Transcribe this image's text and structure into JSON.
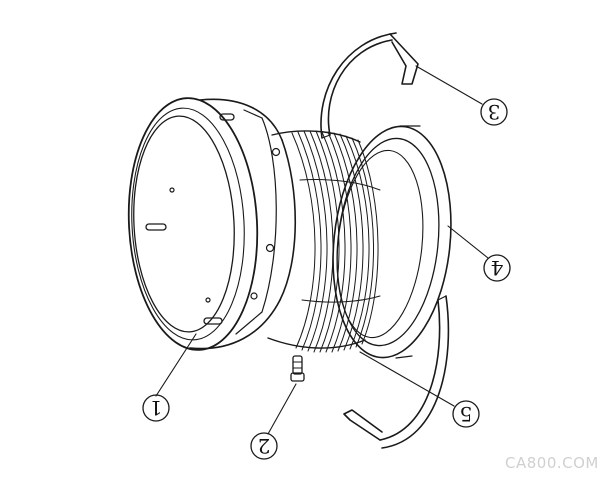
{
  "diagram": {
    "callouts": [
      {
        "id": "1",
        "label": "1"
      },
      {
        "id": "2",
        "label": "2"
      },
      {
        "id": "3",
        "label": "3"
      },
      {
        "id": "4",
        "label": "4"
      },
      {
        "id": "5",
        "label": "5"
      }
    ],
    "watermark": "CA800.COM",
    "colors": {
      "line": "#1a1a1a",
      "background": "#ffffff",
      "watermark": "#d0d0d0"
    }
  }
}
